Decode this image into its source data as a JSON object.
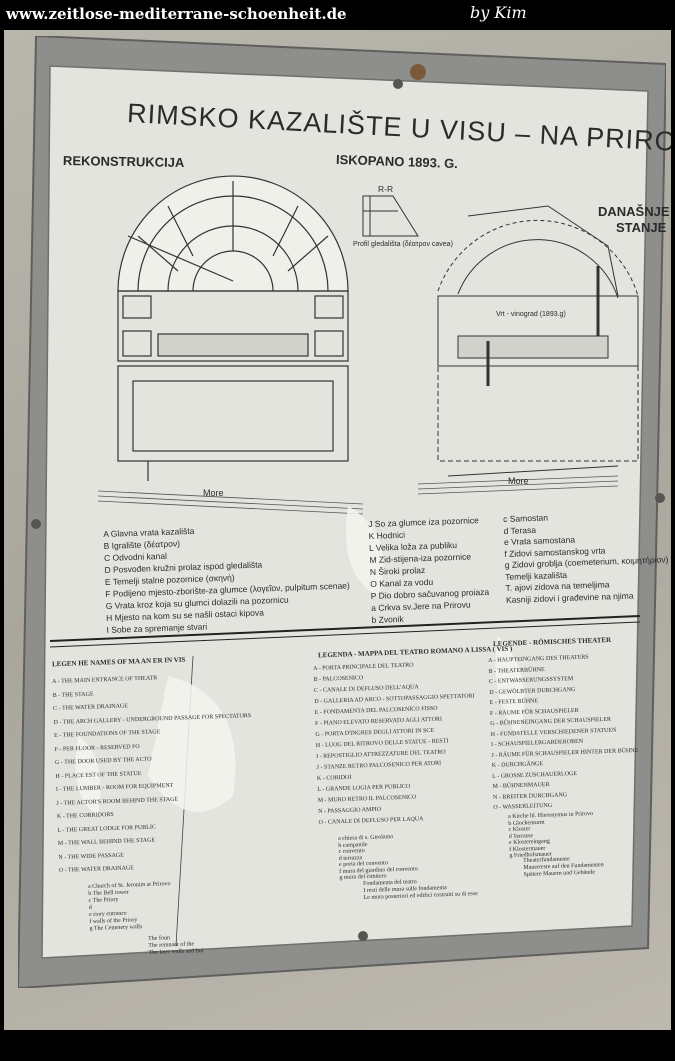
{
  "watermark": {
    "site": "www.zeitlose-mediterrane-schoenheit.de",
    "author": "by Kim"
  },
  "sign": {
    "title": "RIMSKO KAZALIŠTE U VISU – NA PRIROVU",
    "left_heading": "REKONSTRUKCIJA",
    "center_heading": "ISKOPANO 1893. G.",
    "right_heading_1": "DANAŠNJE",
    "right_heading_2": "STANJE",
    "section_label": "R-R",
    "section_caption": "Profil gledališta (δέατρον cavea)",
    "vineyard_label": "Vrt - vinograd (1893.g)",
    "sea_left": "More",
    "sea_right": "More",
    "legend_left": [
      "A   Glavna vrata kazališta",
      "B   Igralište (δέατρον)",
      "C   Odvodni kanal",
      "D   Posvođen kružni prolaz ispod gledališta",
      "E   Temelji stalne pozornice (σκηνή)",
      "F   Podijeno mjesto-zborište-za glumce (λογεῖον, pulpitum scenae)",
      "G   Vrata kroz koja su glumci dolazili na pozornicu",
      "H   Mjesto na kom su se našli ostaci kipova",
      "I   Sobe za spremanje stvari"
    ],
    "legend_middle": [
      "J   So    za glumce iza pozornice",
      "K   Hodnici",
      "L   Velika loža za publiku",
      "M   Zid-stijena-iza pozornice",
      "N   Široki prolaz",
      "O   Kanal za vodu",
      "P   Dio dobro sačuvanog proiaza",
      "a   Crkva sv.Jere na Prirovu",
      "b   Zvonik"
    ],
    "legend_right": [
      "c   Samostan",
      "d   Terasa",
      "e   Vrata samostana",
      "f   Zidovi samostanskog vrta",
      "g   Zidovi groblja (coemeterium, κοιμητήριον)",
      "Temelji kazališta",
      "T. ajovi zidova na temeljima",
      "Kasniji zidovi i građevine na njima"
    ],
    "en_heading": "LEGEN    HE NAMES OF MA     AN      ER IN VIS",
    "en_items": [
      "A - THE MAIN ENTRANCE OF THEATR",
      "B - THE STAGE",
      "C - THE WATER DRAINAGE",
      "D - THE ARCH GALLERY - UNDERGROUND PASSAGE FOR SPECTATORS",
      "E - THE FOUNDATIONS OF THE STAGE",
      "F -    PER FLOOR - RESERVED FO",
      "G - THE DOOR USED BY THE ACTO",
      "H -    PLACE   EST OF THE STATUE",
      "I - THE LUMBER - ROOM FOR EQUIPMENT",
      "J - THE ACTOR'S ROOM BEHIND THE STAGE",
      "K - THE CORRIDORS",
      "L - THE GREAT LODGE FOR PUBLIC",
      "M - THE WALL BEHIND THE STAGE",
      "N - THE WIDE PASSAGE",
      "O - THE WATER DRAINAGE"
    ],
    "en_small": [
      "a   Church of St. Jeronim at Prirovo",
      "b   The Bell tower",
      "c   The Priory",
      "d",
      "e   riory entrance",
      "f   walls of the Priory",
      "g   The Cemetery walls"
    ],
    "en_key": [
      "The foun",
      "The remnant of the",
      "The later walls and bui"
    ],
    "it_heading": "LEGENDA - MAPPA DEL TEATRO ROMANO A LISSA ( VIS )",
    "it_items": [
      "A - PORTA PRINCIPALE DEL TEATRO",
      "B - PALCOSENICO",
      "C - CANALE DI DEFLUSO DELL'AQUA",
      "D - GALLERIA AD ARCO - SOTTOPASSAGGIO SPETTATORI",
      "E - FONDAMENTA DEL PALCOSENICO FISSO",
      "F - PIANO ELEVATO RESERVATO AGLI ATTORI",
      "G - PORTA D'INGRES   DEGLI ATTORI IN SCE",
      "H - LUOG   DEL RITROVO DELLE STATUE - RESTI",
      "I - REPOSTIGLIO ATTREZZATURE DEL TEATRO",
      "J - STANZE RETRO PALCOSENICO PER ATORI",
      "K - CORIDOI",
      "L - GRANDE LOGIA PER PUBLICO",
      "M - MURO RETRO IL PALCOSENICO",
      "N - PASSAGGIO AMPIO",
      "O - CANALE DI DEFLUSO PER LAQUA"
    ],
    "it_small": [
      "a   chiesa di s. Girolamo",
      "b   campanile",
      "c   convento",
      "d   terrazza",
      "e   porta del convento",
      "f   mura del giardino del convento",
      "g   mura del cimitero"
    ],
    "it_key": [
      "Fondamenta del teatro",
      "I resti delle mura sulle fondamenta",
      "Le mura posteriori ed edifici costruiti su di esse"
    ],
    "de_heading": "LEGENDE - RÖMISCHES THEATER",
    "de_items": [
      "A - HAUPTEINGANG DES THEATERS",
      "B - THEATERBÜHNE",
      "C - ENTWASSERUNGSSYSTEM",
      "D - GEWÖLBTER DURCHGANG",
      "E - FESTE BÜHNE",
      "F - RÄUME FÜR SCHAUSPIELER",
      "G - BÜHNENEINGANG DER SCHAUSPIELER",
      "H - FUNDSTELLE VERSCHIEDENER STATUEN",
      "I - SCHAUSPIELERGARDEROBEN",
      "J - RÄUME FÜR SCHAUSPIELER HINTER DER BÜHNE",
      "K - DURCHGÄNGE",
      "L - GROSSE ZUSCHAUERLOGE",
      "M - BÜHNENMAUER",
      "N - BREITER DURCHGANG",
      "O - WASSERLEITUNG"
    ],
    "de_small": [
      "a   Kirche hl. Hieronymus in Prirovo",
      "b   Glockenturm",
      "c   Kloster",
      "d   Terrasse",
      "e   Klostereingang",
      "f   Klostermauer",
      "g   Friedhofsmauer"
    ],
    "de_key": [
      "Theaterfundamente",
      "Mauerreste auf den Fundamenten",
      "Spätere Mauern und Gebäude"
    ]
  }
}
